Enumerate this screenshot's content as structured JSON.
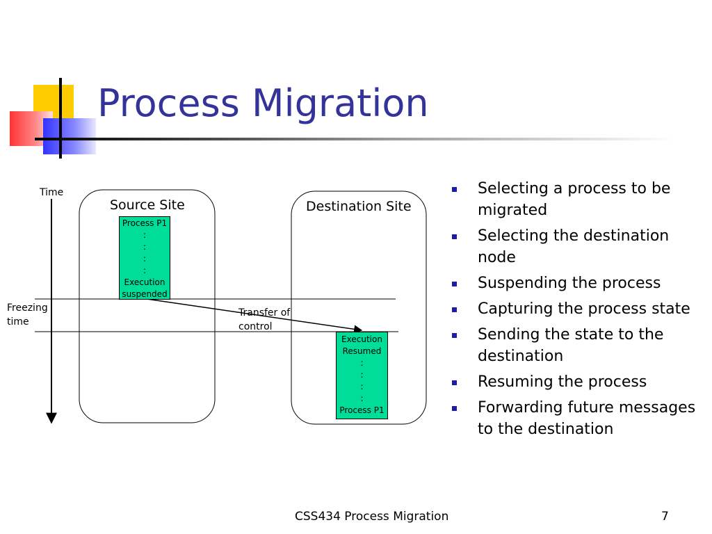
{
  "slide": {
    "title": "Process Migration",
    "footer": "CSS434 Process Migration",
    "page_number": "7",
    "colors": {
      "title": "#333399",
      "bullet": "#1c1ca8",
      "process_box": "#00dd99",
      "deco_yellow": "#ffcc00",
      "deco_red": "#ff3333",
      "deco_blue": "#3333ff"
    }
  },
  "diagram": {
    "time_label": "Time",
    "source_site": "Source Site",
    "destination_site": "Destination Site",
    "source_process_lines": [
      "Process P1",
      ":",
      ":",
      ":",
      ":",
      "Execution",
      "suspended"
    ],
    "dest_process_lines": [
      "Execution",
      "Resumed",
      ":",
      ":",
      ":",
      ":",
      "Process P1"
    ],
    "freezing_line1": "Freezing",
    "freezing_line2": "time",
    "transfer_line1": "Transfer of",
    "transfer_line2": "control"
  },
  "bullets": [
    "Selecting a process to be migrated",
    "Selecting the destination node",
    "Suspending the process",
    "Capturing the process state",
    "Sending the state to the destination",
    "Resuming the process",
    "Forwarding future messages to the destination"
  ]
}
